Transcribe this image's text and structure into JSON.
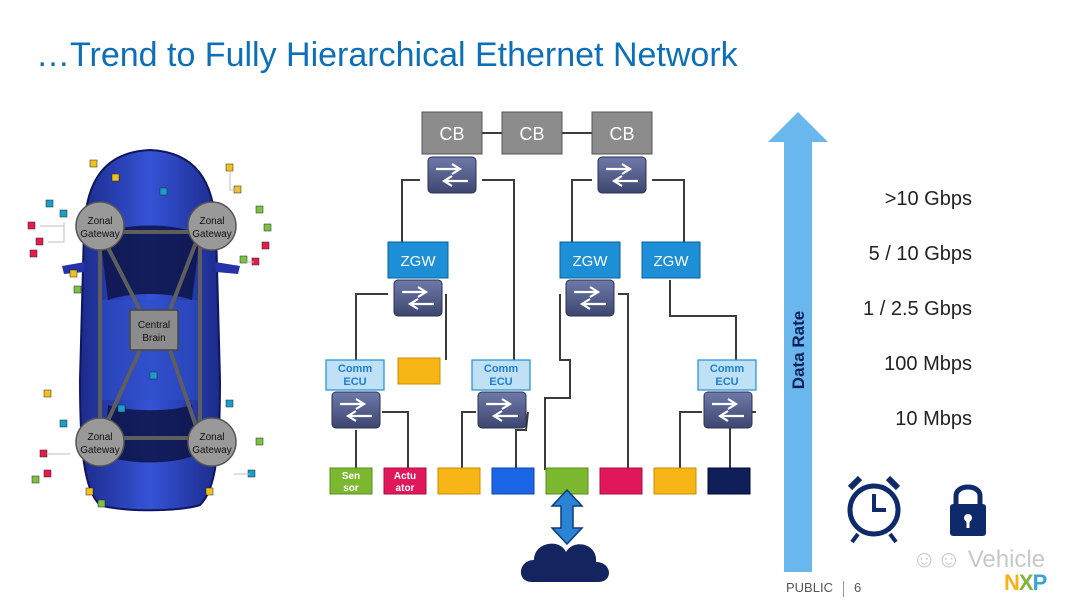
{
  "title": "…Trend to Fully Hierarchical Ethernet Network",
  "car": {
    "zonal_label_1": "Zonal",
    "zonal_label_2": "Gateway",
    "central_label_1": "Central",
    "central_label_2": "Brain"
  },
  "network": {
    "cb_label": "CB",
    "zgw_label": "ZGW",
    "comm_label_1": "Comm",
    "comm_label_2": "ECU",
    "sensor_label_1": "Sen",
    "sensor_label_2": "sor",
    "actuator_label_1": "Actu",
    "actuator_label_2": "ator"
  },
  "colors": {
    "cb_gray": "#8c8c8c",
    "zgw_blue": "#1d8fd6",
    "comm_fill": "#bfe0f5",
    "sensor_green": "#7cb82f",
    "actuator_red": "#e0175a",
    "yellow": "#f8b616",
    "blue": "#1a66e6",
    "navy": "#0f1f5a",
    "arrow_blue": "#6ab7ee",
    "title_blue": "#0d6fb8"
  },
  "rate_axis": {
    "label": "Data Rate",
    "levels": [
      ">10 Gbps",
      "5 / 10 Gbps",
      "1 / 2.5 Gbps",
      "100 Mbps",
      "10 Mbps"
    ]
  },
  "icons": [
    "alarm-clock-icon",
    "padlock-icon",
    "cloud-icon",
    "switch-icon",
    "double-arrow-icon"
  ],
  "footer": {
    "classification": "PUBLIC",
    "page_number": "6",
    "watermark": "Vehicle",
    "logo": [
      "N",
      "X",
      "P"
    ]
  }
}
